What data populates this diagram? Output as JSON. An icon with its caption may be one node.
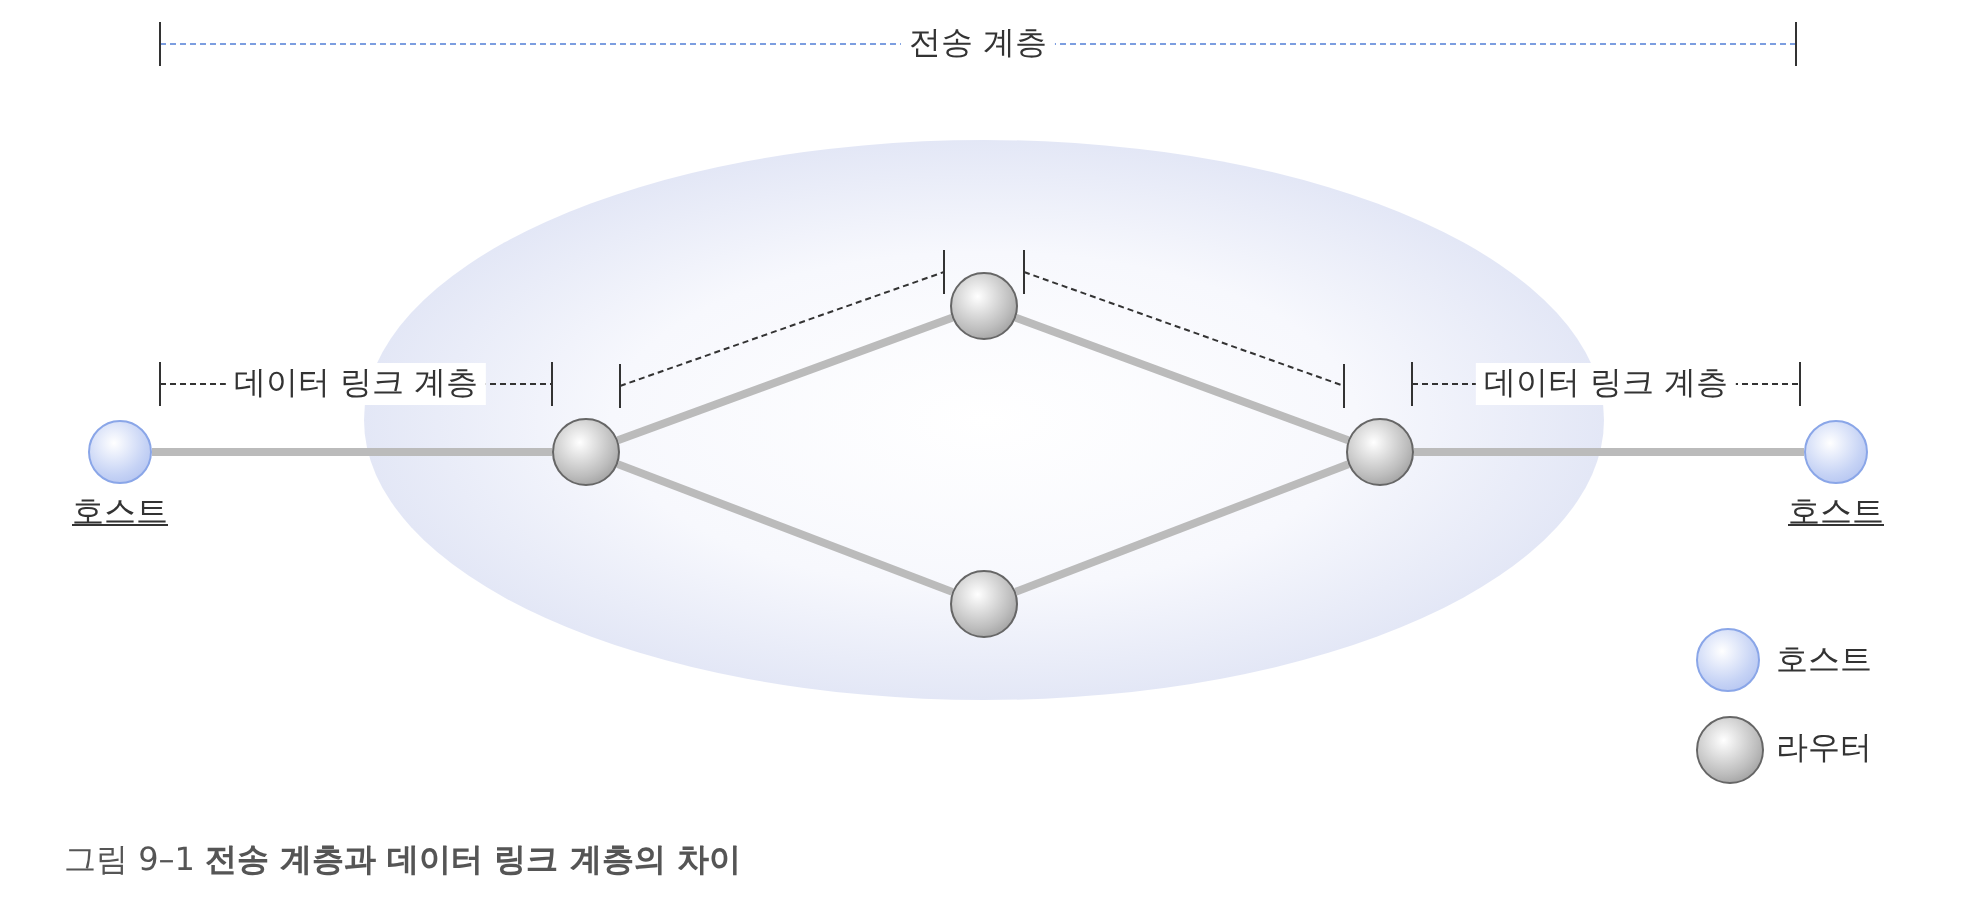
{
  "diagram": {
    "caption": "그림 9–1 **전송 계층과 데이터 링크 계층의 차이**",
    "nodes": [
      {
        "text": [
          "호스트"
        ]
      },
      {
        "text": [],
        "shape": "circle"
      },
      {
        "text": [],
        "shape": "circle"
      },
      {
        "text": [],
        "shape": "circle"
      },
      {
        "text": [],
        "shape": "circle"
      },
      {
        "text": [
          "호스트"
        ]
      }
    ],
    "edges": [
      {
        "from": 0,
        "to": 1,
        "arrow": "none"
      },
      {
        "from": 1,
        "to": 2,
        "arrow": "none"
      },
      {
        "from": 1,
        "to": 3,
        "arrow": "none"
      },
      {
        "from": 2,
        "to": 4,
        "arrow": "none"
      },
      {
        "from": 3,
        "to": 4,
        "arrow": "none"
      },
      {
        "from": 4,
        "to": 5,
        "arrow": "none"
      }
    ],
    "labels": [
      "전송 계층",
      "데이터 링크 계층",
      "데이터 링크 계층"
    ],
    "legend": [
      {
        "text": "호스트"
      },
      {
        "text": "라우터"
      }
    ]
  }
}
